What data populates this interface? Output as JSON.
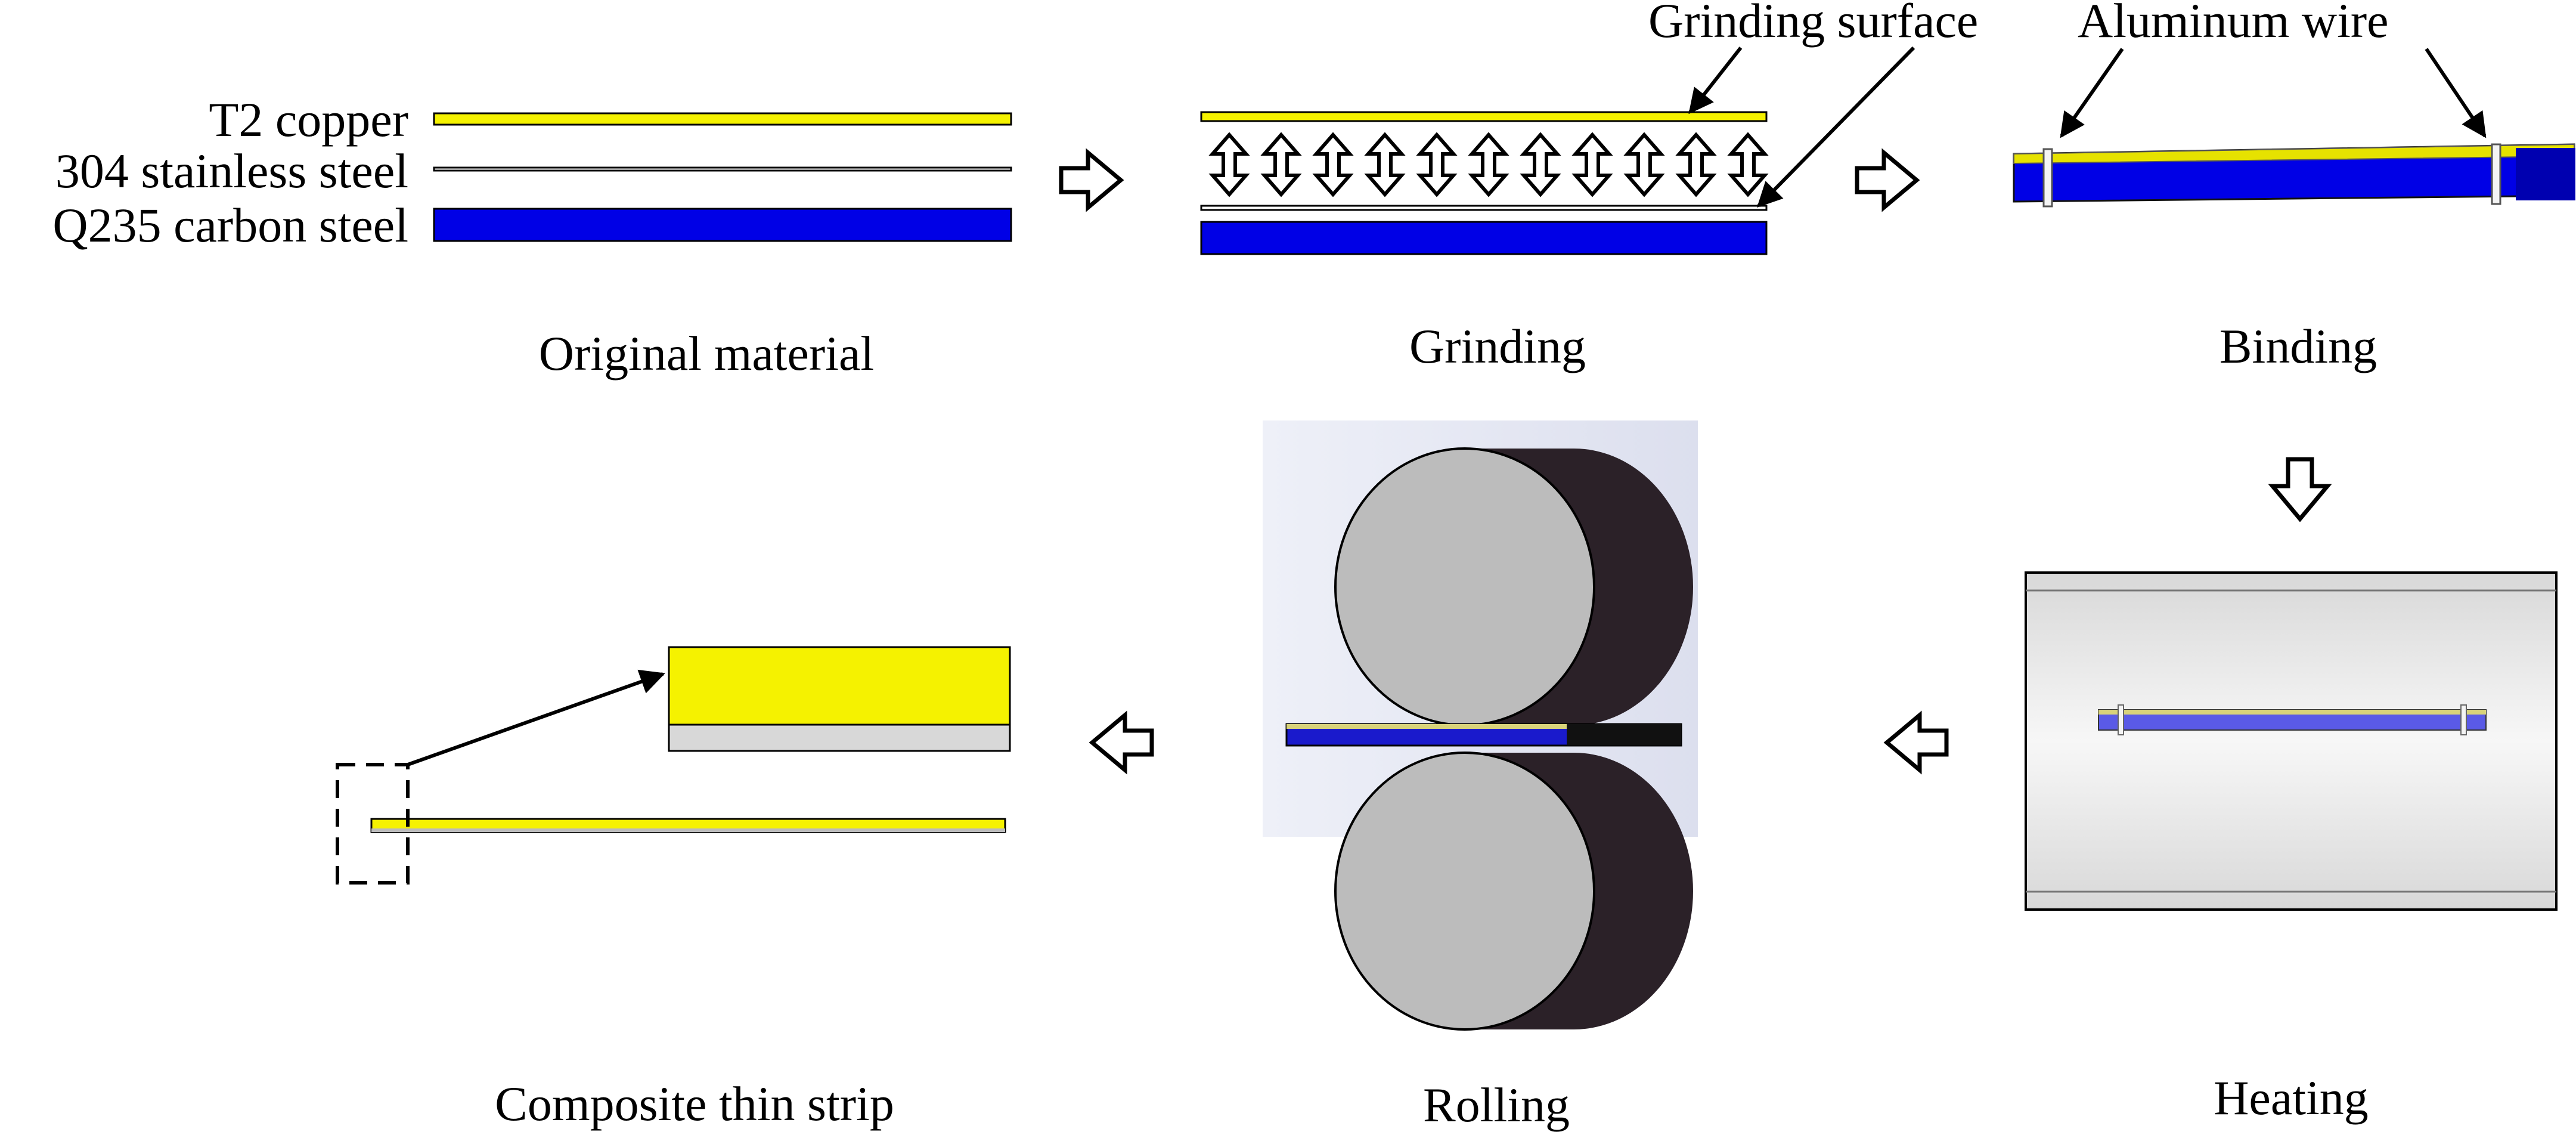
{
  "materials": {
    "copper_label": "T2 copper",
    "stainless_label": "304 stainless steel",
    "carbon_label": "Q235 carbon steel"
  },
  "annotations": {
    "grinding_surface": "Grinding surface",
    "aluminum_wire": "Aluminum wire"
  },
  "steps": {
    "original": "Original material",
    "grinding": "Grinding",
    "binding": "Binding",
    "heating": "Heating",
    "rolling": "Rolling",
    "composite": "Composite thin strip"
  },
  "colors": {
    "copper": "#f5f200",
    "steel_blue": "#0000e6",
    "roll_face": "#bcbcbc",
    "roll_side": "#2b2128",
    "furnace": "#e9e9e9",
    "stainless": "#d8d8d8"
  },
  "icons": {
    "process_arrow": "hollow-arrow-icon",
    "grinding_arrow": "double-headed-arrow-icon",
    "pointer": "pointer-arrow-icon"
  }
}
